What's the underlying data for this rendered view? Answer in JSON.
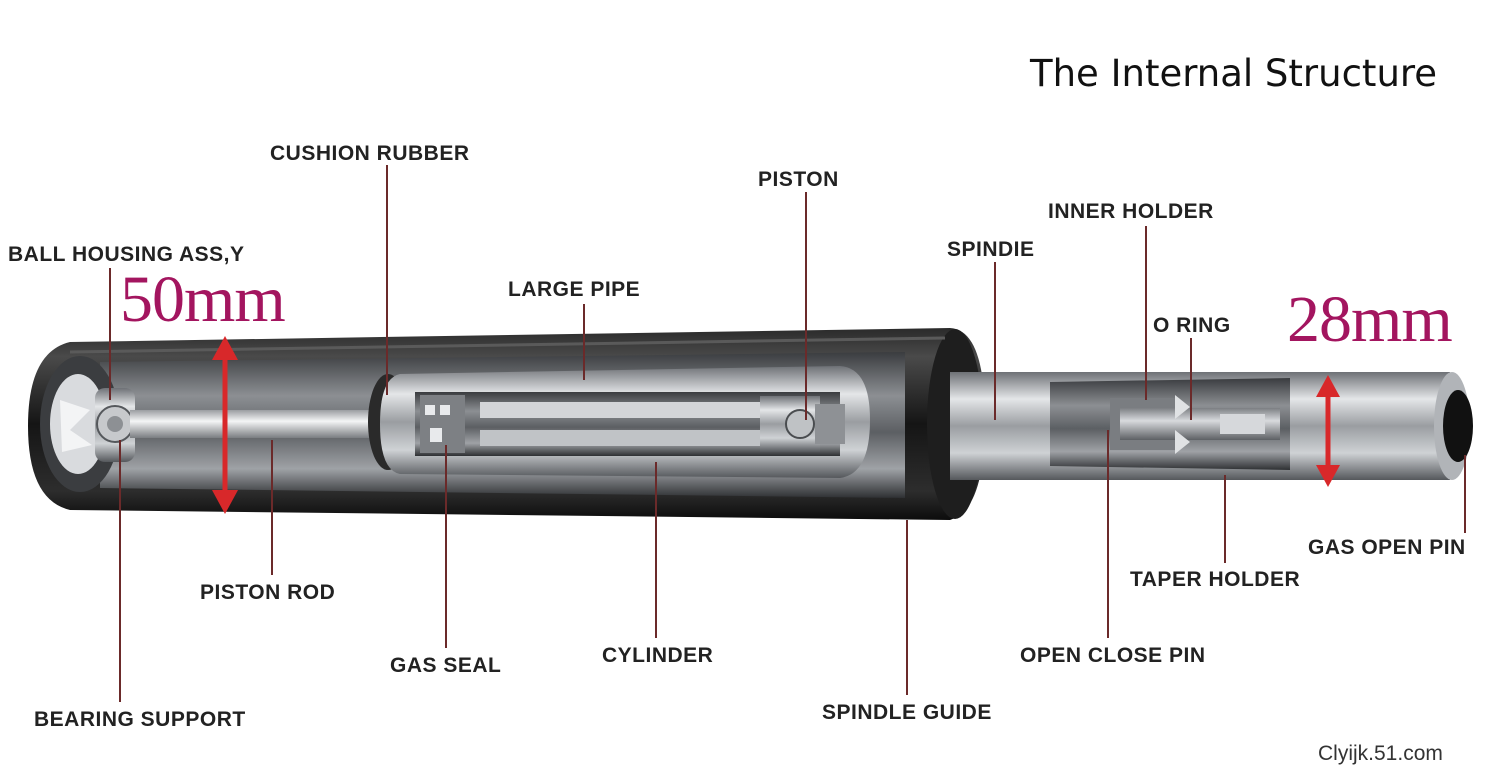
{
  "title": "The Internal Structure",
  "dimensions": {
    "outer_diameter": "50mm",
    "inner_diameter": "28mm"
  },
  "labels": {
    "cushion_rubber": "CUSHION RUBBER",
    "piston": "PISTON",
    "inner_holder": "INNER HOLDER",
    "ball_housing": "BALL HOUSING ASS,Y",
    "spindie": "SPINDIE",
    "large_pipe": "LARGE PIPE",
    "o_ring": "O RING",
    "gas_open_pin": "GAS OPEN PIN",
    "piston_rod": "PISTON ROD",
    "taper_holder": "TAPER HOLDER",
    "gas_seal": "GAS SEAL",
    "cylinder": "CYLINDER",
    "open_close_pin": "OPEN CLOSE PIN",
    "bearing_support": "BEARING SUPPORT",
    "spindle_guide": "SPINDLE GUIDE"
  },
  "watermark": "Clyijk.51.com",
  "colors": {
    "leader_line": "#6b2a2a",
    "dimension_arrow": "#d8282a",
    "dimension_text": "#a3155f",
    "outer_tube": "#1c1c1c",
    "metal": "#b9bcc0"
  }
}
